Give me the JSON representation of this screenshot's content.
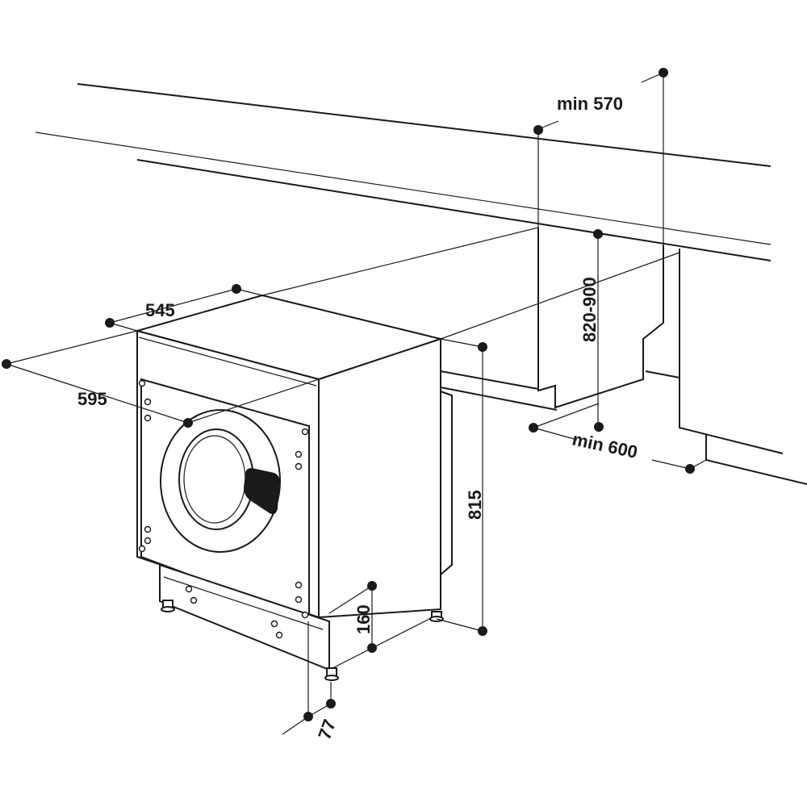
{
  "dimensions": {
    "cabinet_depth": "545",
    "cabinet_width": "595",
    "countertop_height": "820-900",
    "appliance_height": "815",
    "plinth_height": "160",
    "plinth_recess": "77",
    "min_niche_width": "min 570",
    "min_niche_depth": "min 600"
  }
}
